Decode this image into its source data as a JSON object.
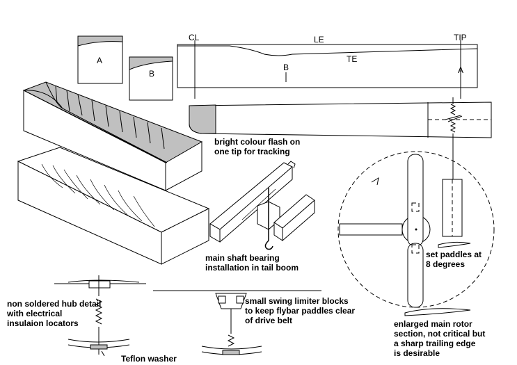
{
  "labels": {
    "section_a": "A",
    "section_b": "B",
    "cl": "CL",
    "le": "LE",
    "te": "TE",
    "tip": "TIP",
    "mark_b": "B",
    "mark_a": "A"
  },
  "notes": {
    "colour_flash": [
      "bright colour flash on",
      "one tip for tracking"
    ],
    "shaft_bearing": [
      "main shaft bearing",
      "installation in tail boom"
    ],
    "set_paddles": [
      "set paddles at",
      "8 degrees"
    ],
    "hub_detail": [
      "non soldered hub detail",
      "with electrical",
      "insulaion locators"
    ],
    "swing_limiter": [
      "small swing limiter blocks",
      "to keep flybar paddles clear",
      "of drive belt"
    ],
    "teflon": [
      "Teflon washer"
    ],
    "rotor_section": [
      "enlarged main rotor",
      "section, not critical but",
      "a sharp trailing edge",
      "is desirable"
    ]
  },
  "colors": {
    "background": "#ffffff",
    "ink": "#000000",
    "shade": "#c0c0c0"
  }
}
